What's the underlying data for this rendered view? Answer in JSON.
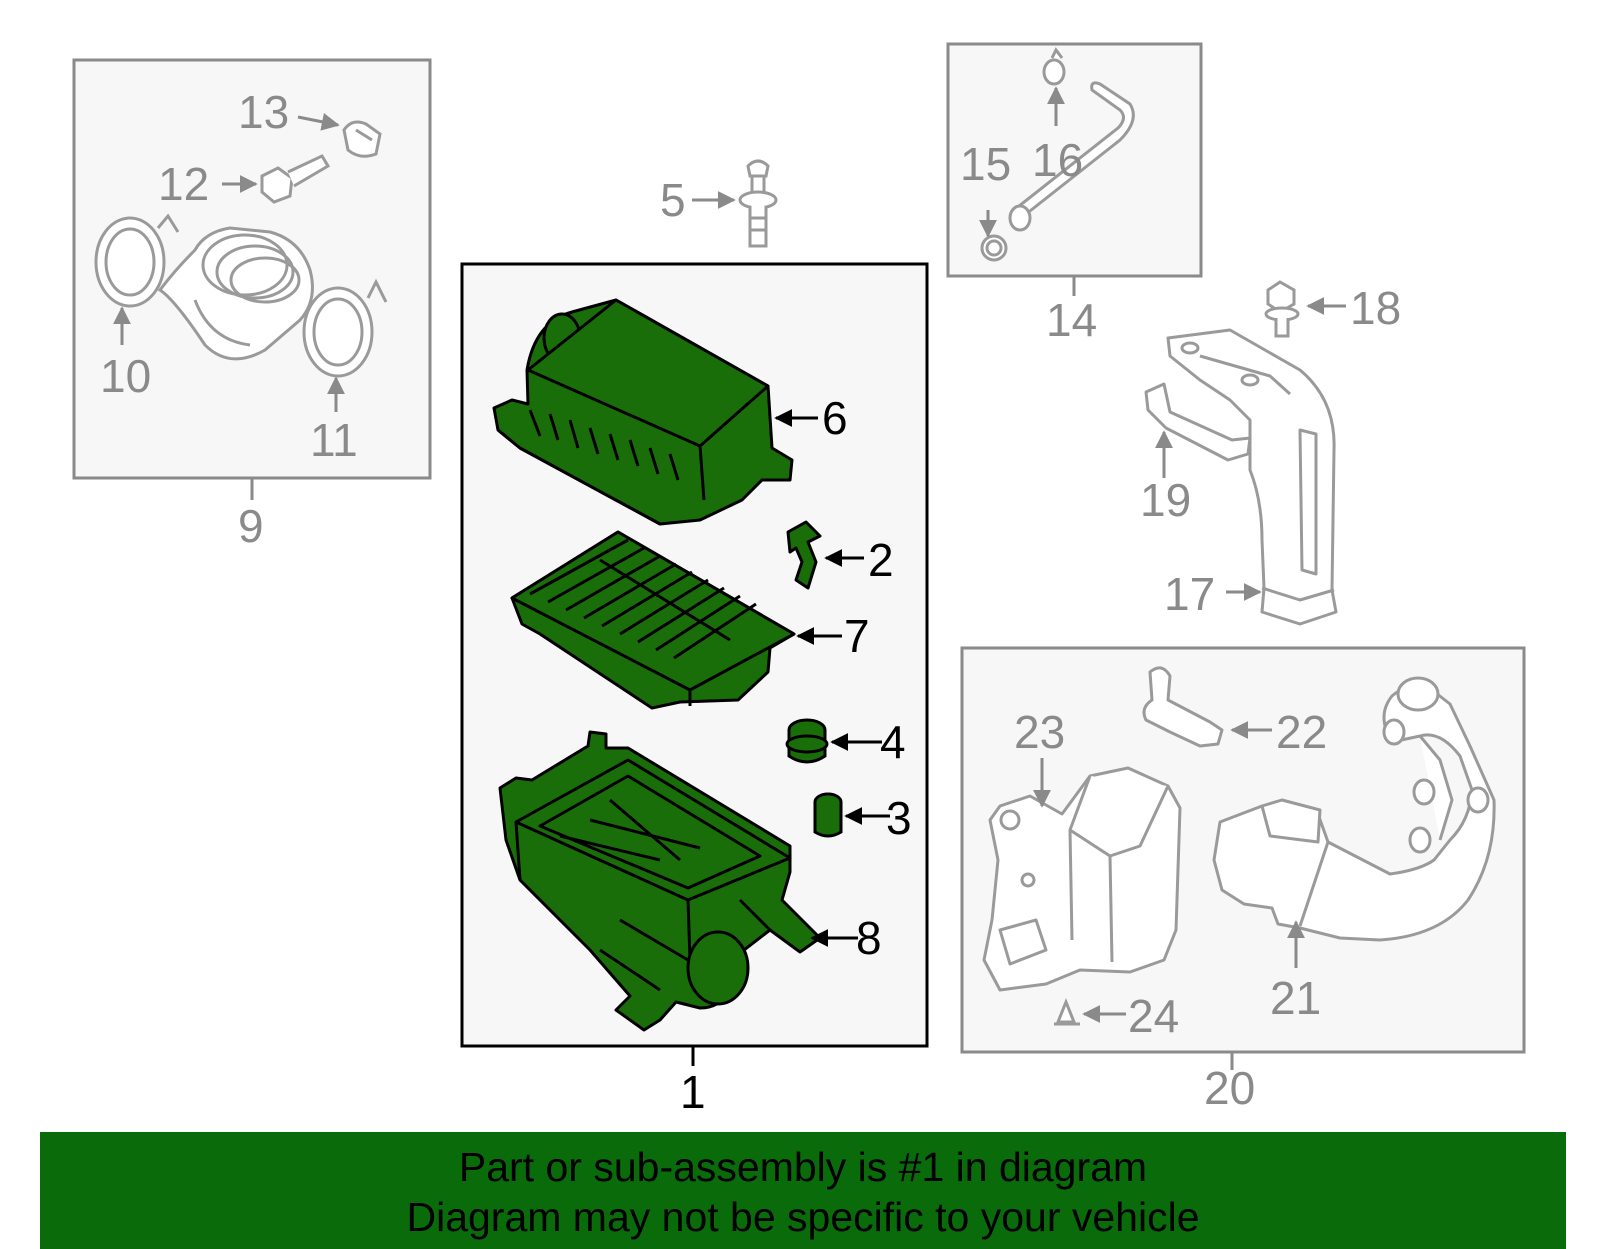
{
  "colors": {
    "part_fill": "#1a6e0a",
    "banner_bg": "#0a6b0a",
    "grey": "#8a8a8a",
    "box_bg": "#f7f7f7"
  },
  "callouts": {
    "c1": "1",
    "c2": "2",
    "c3": "3",
    "c4": "4",
    "c5": "5",
    "c6": "6",
    "c7": "7",
    "c8": "8",
    "c9": "9",
    "c10": "10",
    "c11": "11",
    "c12": "12",
    "c13": "13",
    "c14": "14",
    "c15": "15",
    "c16": "16",
    "c17": "17",
    "c18": "18",
    "c19": "19",
    "c20": "20",
    "c21": "21",
    "c22": "22",
    "c23": "23",
    "c24": "24"
  },
  "banner": {
    "line1": "Part or sub-assembly is #1 in diagram",
    "line2": "Diagram may not be specific to your vehicle"
  }
}
